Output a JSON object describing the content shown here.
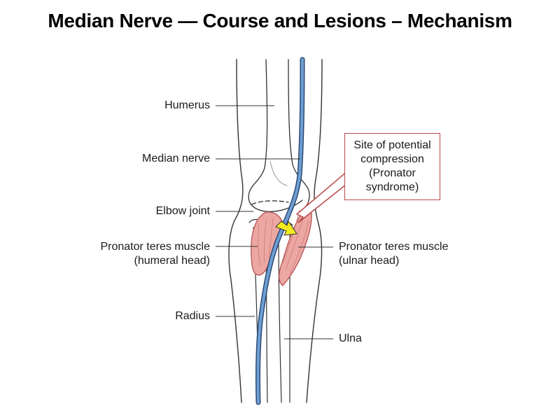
{
  "title": "Median Nerve — Course and Lesions – Mechanism",
  "labels": {
    "humerus": "Humerus",
    "median_nerve": "Median nerve",
    "elbow_joint": "Elbow joint",
    "pronator_humeral_line1": "Pronator teres muscle",
    "pronator_humeral_line2": "(humeral head)",
    "pronator_ulnar_line1": "Pronator teres muscle",
    "pronator_ulnar_line2": "(ulnar head)",
    "radius": "Radius",
    "ulna": "Ulna"
  },
  "callout": {
    "line1": "Site of potential",
    "line2": "compression",
    "line3": "(Pronator",
    "line4": "syndrome)"
  },
  "colors": {
    "nerve_fill": "#6f9fd0",
    "nerve_outline": "#2b4a78",
    "muscle_fill": "#eda7a3",
    "muscle_outline": "#b65a5a",
    "callout_border": "#b94a4a",
    "arrow_fill": "#f3ea1e",
    "bone_outline": "#333333"
  }
}
